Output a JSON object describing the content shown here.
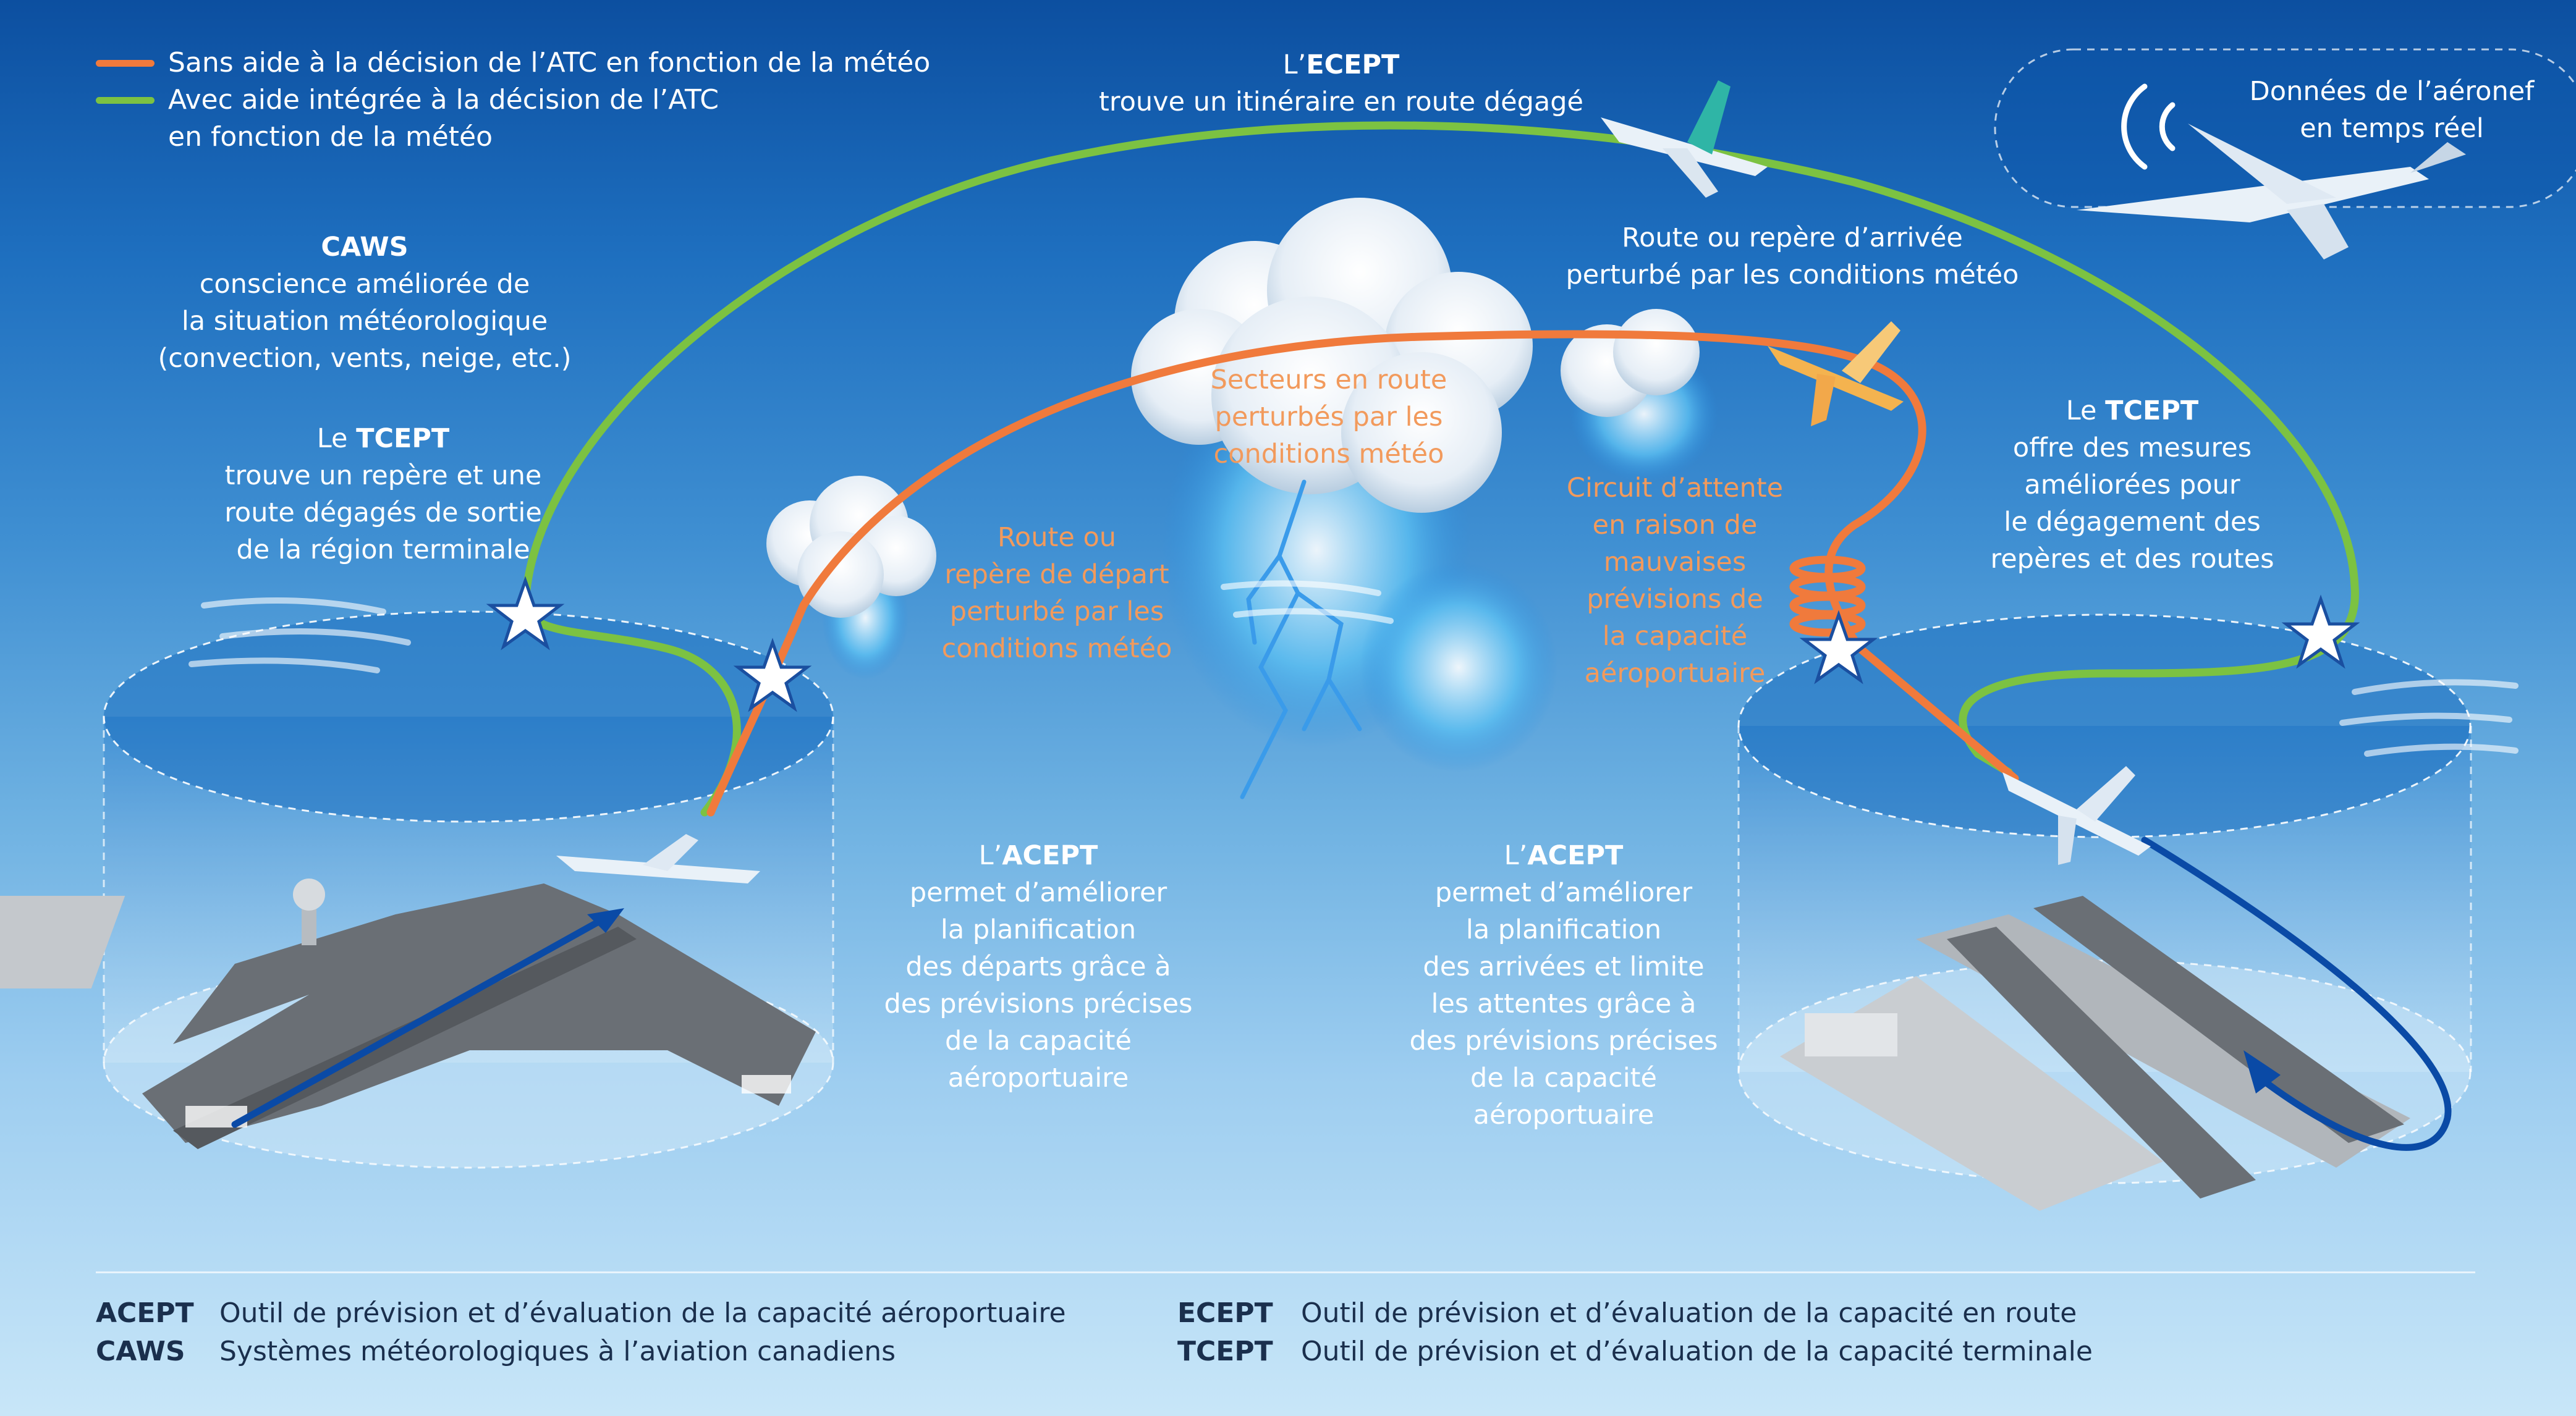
{
  "legend": {
    "items": [
      {
        "label": "Sans aide à la décision de l’ATC en fonction de la météo",
        "color": "#f07a3c"
      },
      {
        "label": "Avec aide intégrée à la décision de l’ATC\nen fonction de la météo",
        "color": "#7cc242"
      }
    ]
  },
  "ecept_top": {
    "prefix": "L’",
    "acronym": "ECEPT",
    "text": "trouve un itinéraire en route dégagé"
  },
  "realtime": {
    "text": "Données de l’aéronef\nen temps réel"
  },
  "caws": {
    "acronym": "CAWS",
    "text": "conscience améliorée de\nla situation météorologique\n(convection, vents, neige, etc.)"
  },
  "tcept_left": {
    "prefix": "Le ",
    "acronym": "TCEPT",
    "text": "trouve un repère et une\nroute dégagés de sortie\nde la région terminale"
  },
  "arrival_disrupted": {
    "text": "Route ou repère d’arrivée\nperturbé par les conditions météo"
  },
  "sectors_disrupted": {
    "text": "Secteurs en route\nperturbés par les\nconditions météo"
  },
  "departure_disrupted": {
    "text": "Route ou\nrepère de départ\nperturbé par les\nconditions météo"
  },
  "holding": {
    "text": "Circuit d’attente\nen raison de\nmauvaises\nprévisions de\nla capacité\naéroportuaire"
  },
  "tcept_right": {
    "prefix": "Le ",
    "acronym": "TCEPT",
    "text": "offre des mesures\naméliorées pour\nle dégagement des\nrepères et des routes"
  },
  "acept_left": {
    "prefix": "L’",
    "acronym": "ACEPT",
    "text": "permet d’améliorer\nla planification\ndes départs grâce à\ndes prévisions précises\nde la capacité\naéroportuaire"
  },
  "acept_right": {
    "prefix": "L’",
    "acronym": "ACEPT",
    "text": "permet d’améliorer\nla planification\ndes arrivées et limite\nles attentes grâce à\ndes prévisions précises\nde la capacité\naéroportuaire"
  },
  "glossary": {
    "left": [
      {
        "abbr": "ACEPT",
        "def": "Outil de prévision et d’évaluation de la capacité aéroportuaire"
      },
      {
        "abbr": "CAWS",
        "def": "Systèmes météorologiques à l’aviation canadiens"
      }
    ],
    "right": [
      {
        "abbr": "ECEPT",
        "def": "Outil de prévision et d’évaluation de la capacité en route"
      },
      {
        "abbr": "TCEPT",
        "def": "Outil de prévision et d’évaluation de la capacité terminale"
      }
    ]
  },
  "colors": {
    "orange_route": "#f07a3c",
    "green_route": "#7cc242",
    "blue_route": "#0a4aa6"
  }
}
